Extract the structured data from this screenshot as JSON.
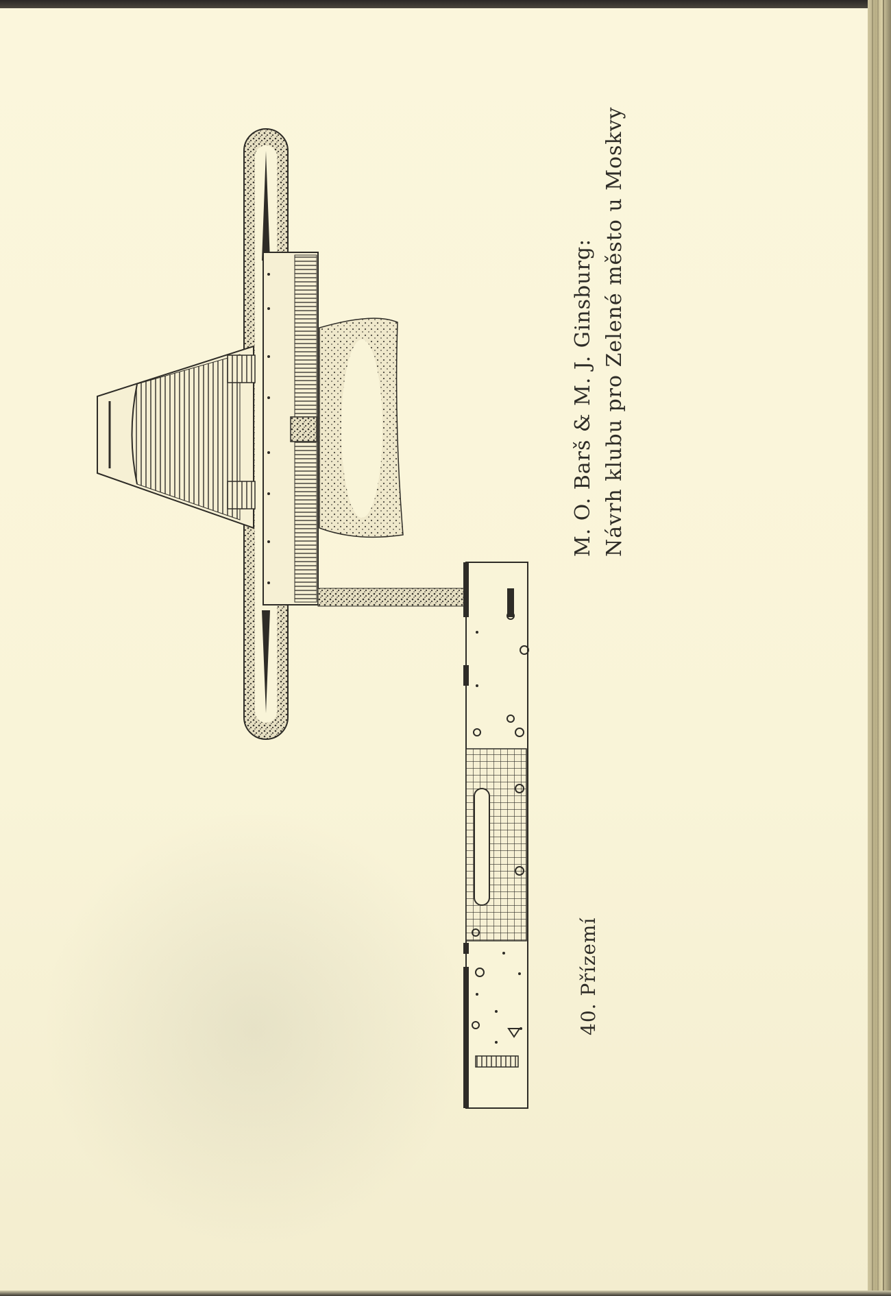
{
  "caption": {
    "authors": "M. O. Barš & M. J. Ginsburg:",
    "title": "Návrh klubu pro Zelené město u Moskvy"
  },
  "figure": {
    "label": "40. Přízemí"
  },
  "colors": {
    "paper": "#fbf6dc",
    "ink": "#2e2c27"
  }
}
